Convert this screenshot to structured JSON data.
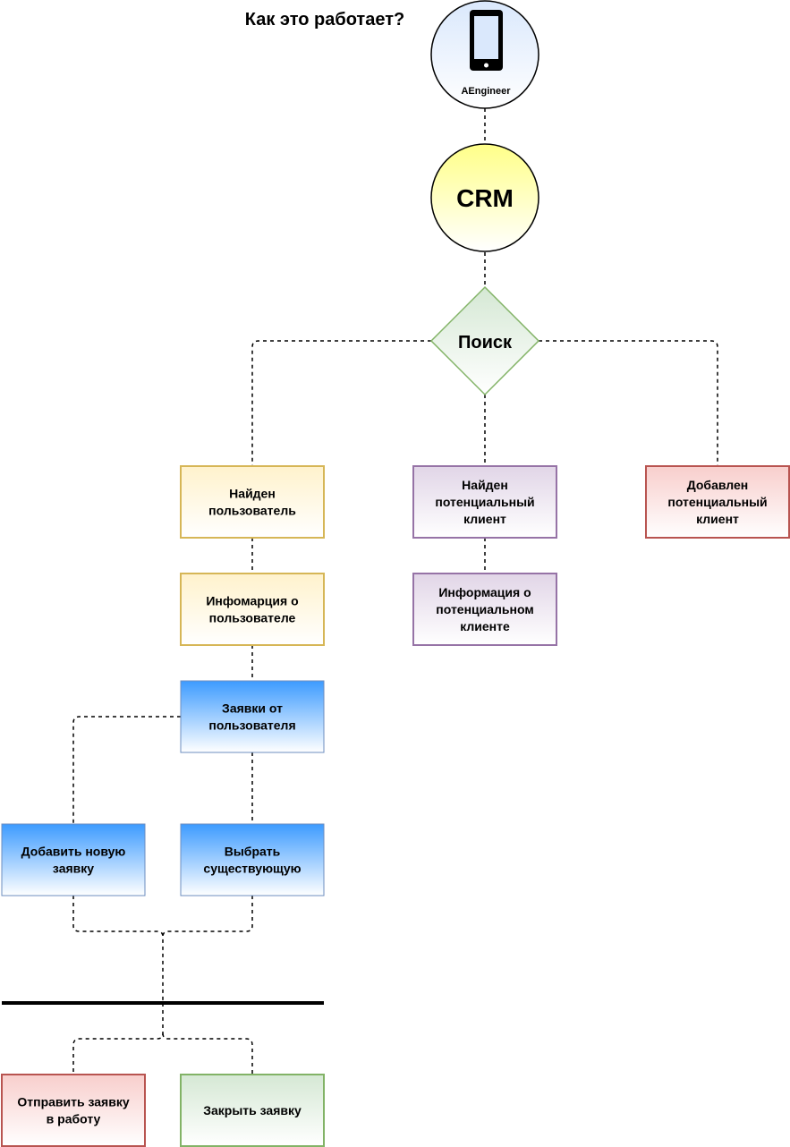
{
  "heading": "Как это работает?",
  "app": {
    "name": "AEngineer",
    "icon": "smartphone-icon"
  },
  "crm": {
    "label": "CRM"
  },
  "search": {
    "label": "Поиск"
  },
  "nodes": {
    "found_user": {
      "lines": [
        "Найден",
        "пользователь"
      ]
    },
    "user_info": {
      "lines": [
        "Инфомарция о",
        "пользователе"
      ]
    },
    "user_requests": {
      "lines": [
        "Заявки от",
        "пользователя"
      ]
    },
    "add_request": {
      "lines": [
        "Добавить новую",
        "заявку"
      ]
    },
    "select_existing": {
      "lines": [
        "Выбрать",
        "существующую"
      ]
    },
    "found_potential": {
      "lines": [
        "Найден",
        "потенциальный",
        "клиент"
      ]
    },
    "potential_info": {
      "lines": [
        "Информация о",
        "потенциальном",
        "клиенте"
      ]
    },
    "added_potential": {
      "lines": [
        "Добавлен",
        "потенциальный",
        "клиент"
      ]
    },
    "send_to_work": {
      "lines": [
        "Отправить заявку",
        "в работу"
      ]
    },
    "close_request": {
      "lines": [
        "Закрыть заявку"
      ]
    }
  },
  "colors": {
    "yellow_stroke": "#D6B656",
    "purple_stroke": "#9673A6",
    "red_stroke": "#B85450",
    "blue_stroke": "#6C8EBF",
    "green_stroke": "#82B366",
    "bar": "#000000"
  }
}
